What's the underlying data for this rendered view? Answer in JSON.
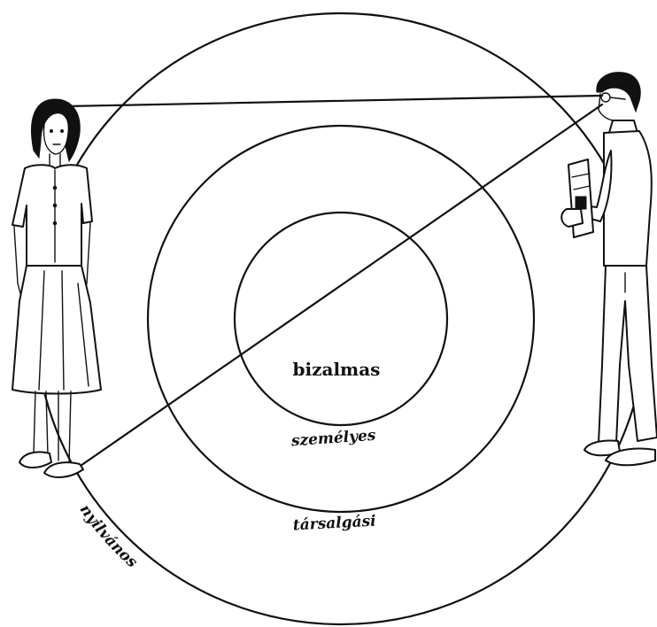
{
  "zones": {
    "intimate": "bizalmas",
    "personal": "személyes",
    "social": "társalgási",
    "public": "nyilvános"
  }
}
